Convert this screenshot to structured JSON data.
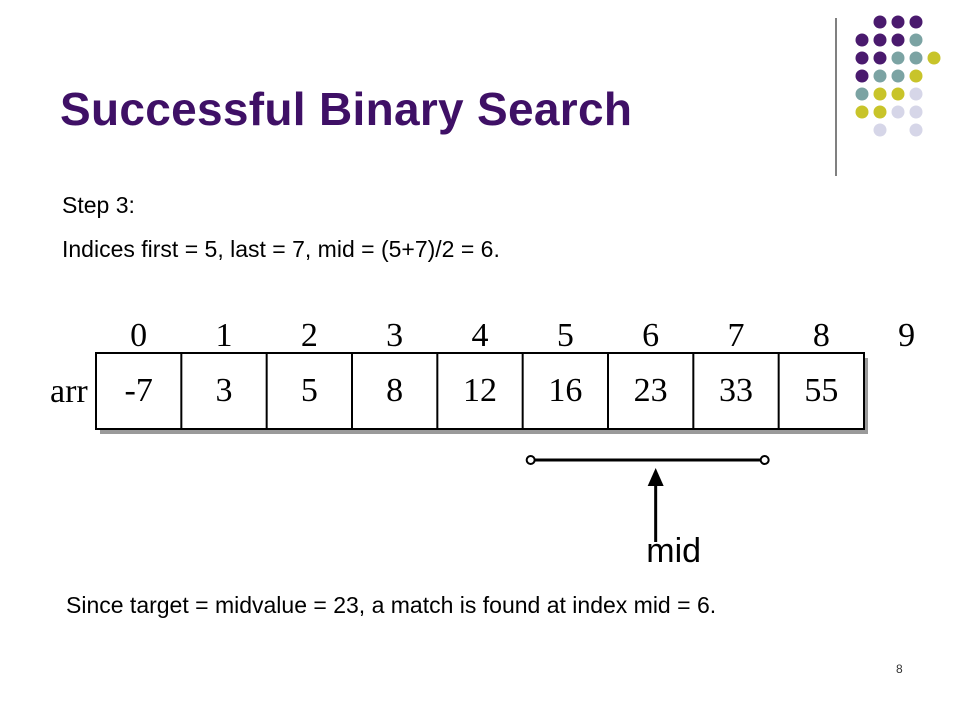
{
  "slide": {
    "title": "Successful Binary Search",
    "step_label": "Step 3:",
    "indices_line": "Indices first = 5, last = 7, mid = (5+7)/2 = 6.",
    "conclusion": "Since target = midvalue = 23, a match is found at index mid = 6.",
    "page_number": "8"
  },
  "array_diagram": {
    "array_name": "arr",
    "indices": [
      "0",
      "1",
      "2",
      "3",
      "4",
      "5",
      "6",
      "7",
      "8",
      "9"
    ],
    "values": [
      "-7",
      "3",
      "5",
      "8",
      "12",
      "16",
      "23",
      "33",
      "55"
    ],
    "range_first_index": 5,
    "range_last_index": 7,
    "mid_index": 6,
    "mid_label": "mid"
  },
  "colors": {
    "title": "#3f1066",
    "dot_purple": "#4a1a6e",
    "dot_teal": "#7ba3a3",
    "dot_olive": "#c8c42a",
    "dot_lavender": "#d6d6e8"
  }
}
